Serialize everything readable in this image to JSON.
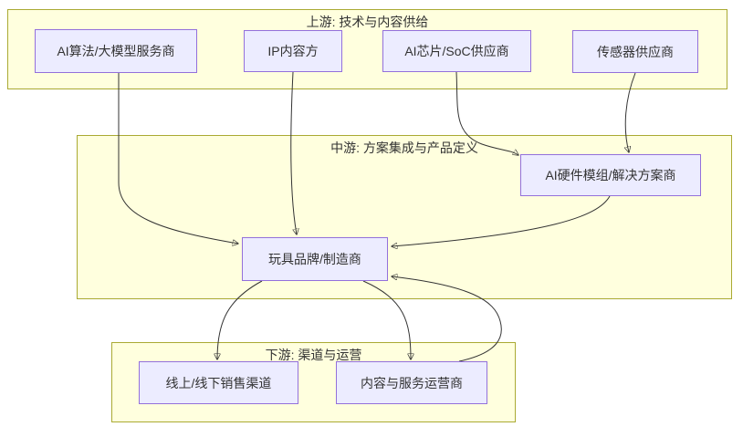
{
  "diagram": {
    "type": "flowchart",
    "colors": {
      "background": "#ffffff",
      "cluster_fill": "#ffffde",
      "cluster_border": "#aaaa33",
      "node_fill": "#ececff",
      "node_border": "#9370db",
      "edge": "#333333",
      "text": "#333333"
    },
    "clusters": [
      {
        "id": "upstream",
        "label": "上游: 技术与内容供给"
      },
      {
        "id": "midstream",
        "label": "中游: 方案集成与产品定义"
      },
      {
        "id": "downstream",
        "label": "下游: 渠道与运营"
      }
    ],
    "nodes": [
      {
        "id": "ai-algo",
        "label": "AI算法/大模型服务商",
        "cluster": "upstream"
      },
      {
        "id": "ip-content",
        "label": "IP内容方",
        "cluster": "upstream"
      },
      {
        "id": "ai-chip",
        "label": "AI芯片/SoC供应商",
        "cluster": "upstream"
      },
      {
        "id": "sensor",
        "label": "传感器供应商",
        "cluster": "upstream"
      },
      {
        "id": "ai-module",
        "label": "AI硬件模组/解决方案商",
        "cluster": "midstream"
      },
      {
        "id": "toy-brand",
        "label": "玩具品牌/制造商",
        "cluster": "midstream"
      },
      {
        "id": "sales-channel",
        "label": "线上/线下销售渠道",
        "cluster": "downstream"
      },
      {
        "id": "content-ops",
        "label": "内容与服务运营商",
        "cluster": "downstream"
      }
    ],
    "edges": [
      {
        "from": "ai-algo",
        "to": "toy-brand"
      },
      {
        "from": "ip-content",
        "to": "toy-brand"
      },
      {
        "from": "ai-chip",
        "to": "ai-module"
      },
      {
        "from": "sensor",
        "to": "ai-module"
      },
      {
        "from": "ai-module",
        "to": "toy-brand"
      },
      {
        "from": "toy-brand",
        "to": "sales-channel"
      },
      {
        "from": "toy-brand",
        "to": "content-ops"
      },
      {
        "from": "content-ops",
        "to": "toy-brand"
      }
    ]
  }
}
